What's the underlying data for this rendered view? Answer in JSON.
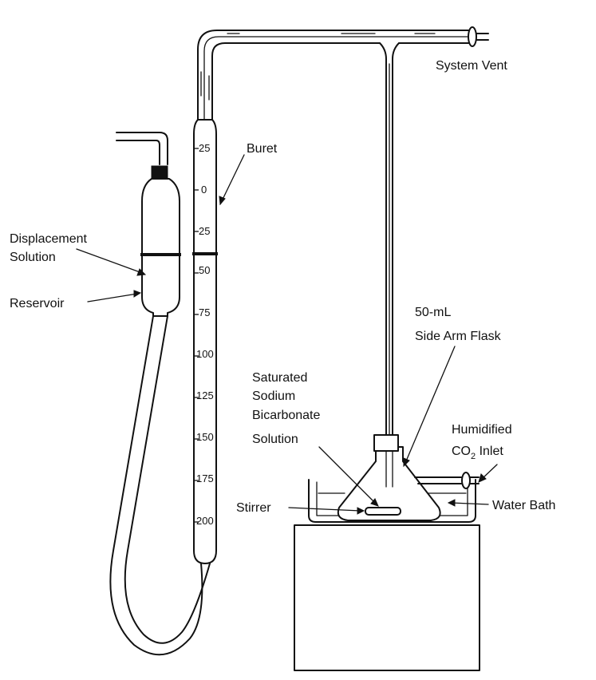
{
  "labels": {
    "system_vent": "System Vent",
    "buret": "Buret",
    "displacement_line1": "Displacement",
    "displacement_line2": "Solution",
    "reservoir": "Reservoir",
    "flask_line1": "50-mL",
    "flask_line2": "Side Arm Flask",
    "bicarb_line1": "Saturated",
    "bicarb_line2": "Sodium",
    "bicarb_line3": "Bicarbonate",
    "bicarb_line4": "Solution",
    "humidified": "Humidified",
    "co2_prefix": "CO",
    "co2_sub": "2",
    "co2_suffix": " Inlet",
    "stirrer": "Stirrer",
    "water_bath": "Water Bath"
  },
  "buret_scale": [
    "25",
    "0",
    "25",
    "50",
    "75",
    "100",
    "125",
    "150",
    "175",
    "200"
  ]
}
